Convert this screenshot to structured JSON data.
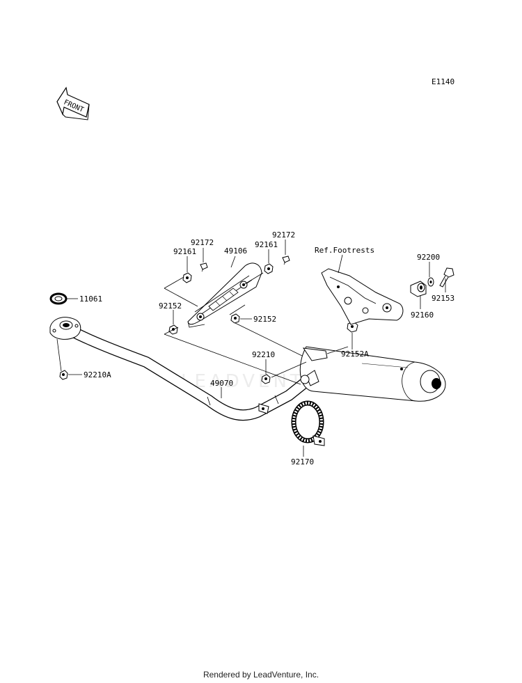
{
  "diagram_code": "E1140",
  "front_label": "FRONT",
  "watermark_text": "LEADVENTURE",
  "labels": {
    "p11061": "11061",
    "p92210A": "92210A",
    "p92161_left": "92161",
    "p92172_left": "92172",
    "p49106": "49106",
    "p92161_right": "92161",
    "p92172_right": "92172",
    "p92152_left": "92152",
    "p92152_right": "92152",
    "ref_footrests": "Ref.Footrests",
    "p92200": "92200",
    "p92153": "92153",
    "p92160": "92160",
    "p92152A": "92152A",
    "p92210": "92210",
    "p49070": "49070",
    "p92170": "92170"
  },
  "footer": "Rendered by LeadVenture, Inc."
}
